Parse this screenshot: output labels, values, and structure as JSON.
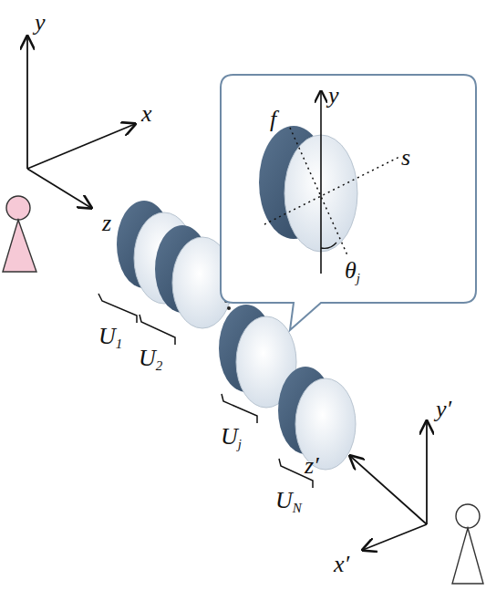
{
  "diagram": {
    "labels": [
      "y",
      "x",
      "z",
      "y",
      "f",
      "s",
      "θj",
      "U1",
      "U2",
      "Uj",
      "UN",
      "y′",
      "z′",
      "x′"
    ]
  }
}
